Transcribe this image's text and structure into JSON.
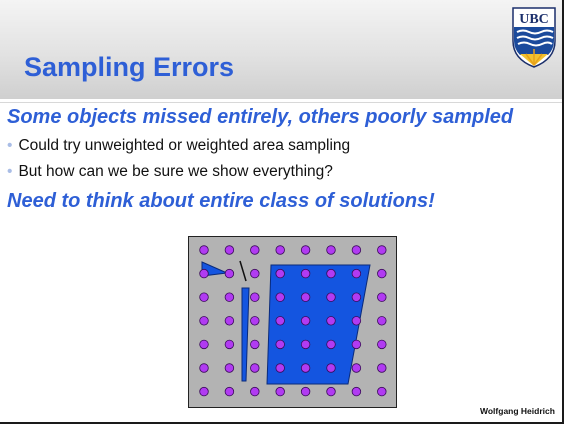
{
  "slide": {
    "title": "Sampling Errors",
    "headline_1": "Some objects missed entirely, others poorly sampled",
    "bullets": [
      "Could try unweighted or weighted area sampling",
      "But how can we be sure we show everything?"
    ],
    "headline_2": "Need to think about entire class of solutions!",
    "author": "Wolfgang Heidrich"
  },
  "logo": {
    "text": "UBC"
  },
  "colors": {
    "title": "#2e5fd6",
    "shape_fill": "#1455e0",
    "sample_dot": "#b13bf2",
    "grid_background": "#b3b3b3",
    "bullet_marker": "#a9bde6"
  },
  "figure": {
    "grid_rows": 7,
    "grid_cols": 8,
    "objects": [
      "triangle-flag",
      "thin-sliver",
      "parallelogram"
    ]
  }
}
